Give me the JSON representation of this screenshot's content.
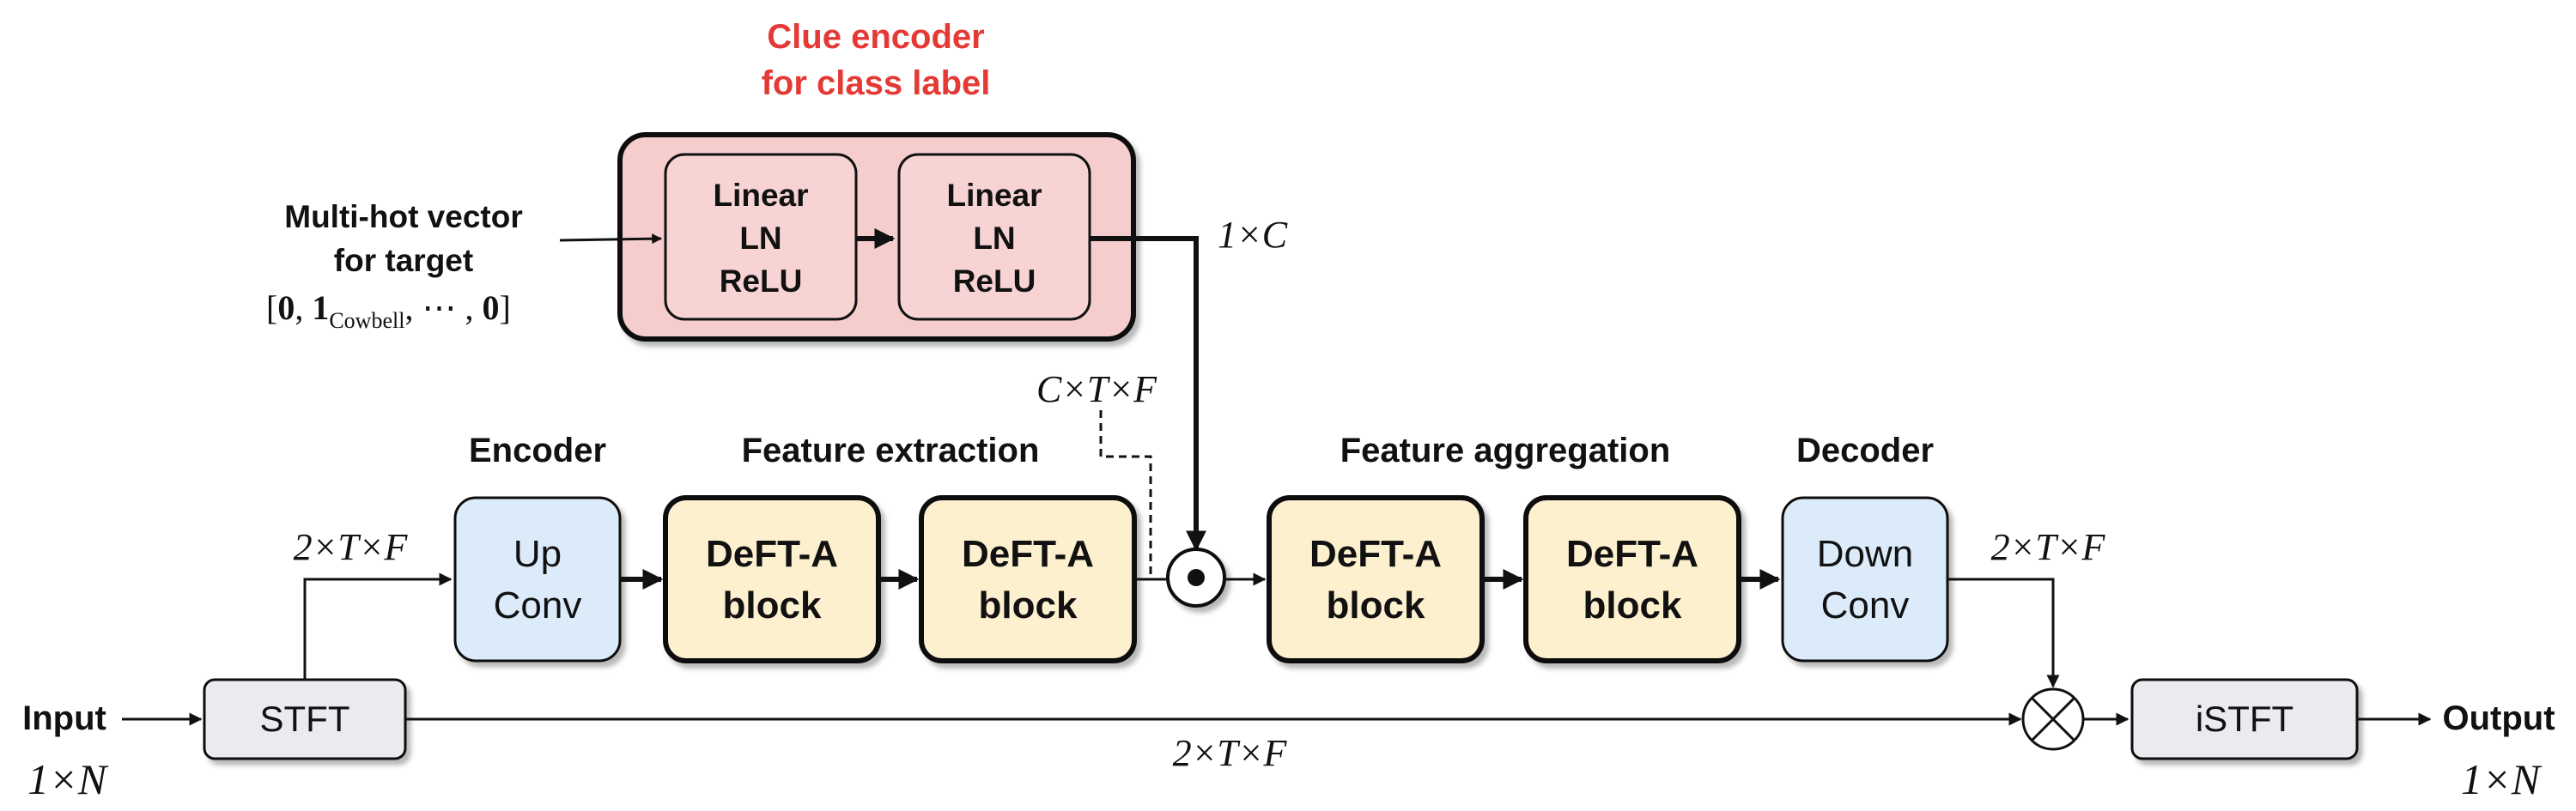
{
  "clue_encoder": {
    "title_line1": "Clue encoder",
    "title_line2": "for class label",
    "title_color": "#e53935",
    "block1": [
      "Linear",
      "LN",
      "ReLU"
    ],
    "block2": [
      "Linear",
      "LN",
      "ReLU"
    ]
  },
  "input_vector": {
    "line1": "Multi-hot vector",
    "line2": "for target",
    "open": "[",
    "zero1": "0",
    "comma1": ", ",
    "one": "1",
    "subscript": "Cowbell",
    "ellipsis": ", ⋯ , ",
    "zero2": "0",
    "close": "]"
  },
  "dims": {
    "one_by_c": "1×C",
    "c_t_f": "C×T×F",
    "two_t_f_left": "2×T×F",
    "two_t_f_right": "2×T×F",
    "two_t_f_bottom": "2×T×F",
    "one_by_n_in": "1×N",
    "one_by_n_out": "1×N"
  },
  "sections": {
    "encoder": "Encoder",
    "feature_extraction": "Feature extraction",
    "feature_aggregation": "Feature aggregation",
    "decoder": "Decoder"
  },
  "blocks": {
    "up_conv": [
      "Up",
      "Conv"
    ],
    "deft1": [
      "DeFT-A",
      "block"
    ],
    "deft2": [
      "DeFT-A",
      "block"
    ],
    "deft3": [
      "DeFT-A",
      "block"
    ],
    "deft4": [
      "DeFT-A",
      "block"
    ],
    "down_conv": [
      "Down",
      "Conv"
    ],
    "stft": "STFT",
    "istft": "iSTFT"
  },
  "io": {
    "input": "Input",
    "output": "Output"
  },
  "colors": {
    "clue_outer_fill": "#f5cdcd",
    "conv_fill": "#dcebfa",
    "deft_fill": "#fdf0cf",
    "stft_fill": "#e9ebee",
    "stroke": "#111111"
  }
}
